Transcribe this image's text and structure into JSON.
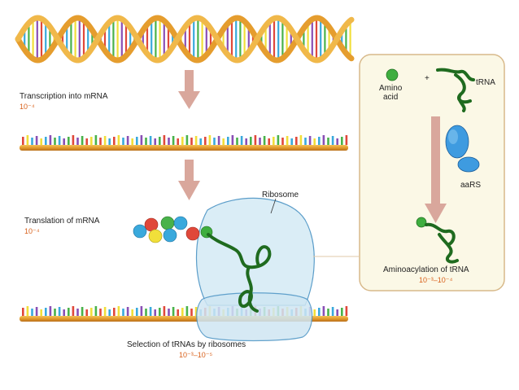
{
  "colors": {
    "arrow": "#d9a79c",
    "rate_text": "#d8601a",
    "panel_fill": "#fbf8e6",
    "panel_border": "#d8b98a",
    "ribosome_fill": "#d6ecf6",
    "ribosome_stroke": "#4a93c4",
    "trna": "#1f6b1f",
    "backbone": "#e09a2a"
  },
  "steps": {
    "transcription": {
      "label": "Transcription into mRNA",
      "rate": "10⁻⁴"
    },
    "translation": {
      "label": "Translation of mRNA",
      "rate": "10⁻⁴"
    },
    "selection": {
      "label": "Selection of tRNAs by ribosomes",
      "rate": "10⁻³–10⁻⁵"
    }
  },
  "ribosome": {
    "label": "Ribosome"
  },
  "panel": {
    "amino_acid": "Amino\nacid",
    "plus": "+",
    "trna": "tRNA",
    "enzyme": "aaRS",
    "title": "Aminoacylation of tRNA",
    "rate": "10⁻³–10⁻⁴"
  }
}
